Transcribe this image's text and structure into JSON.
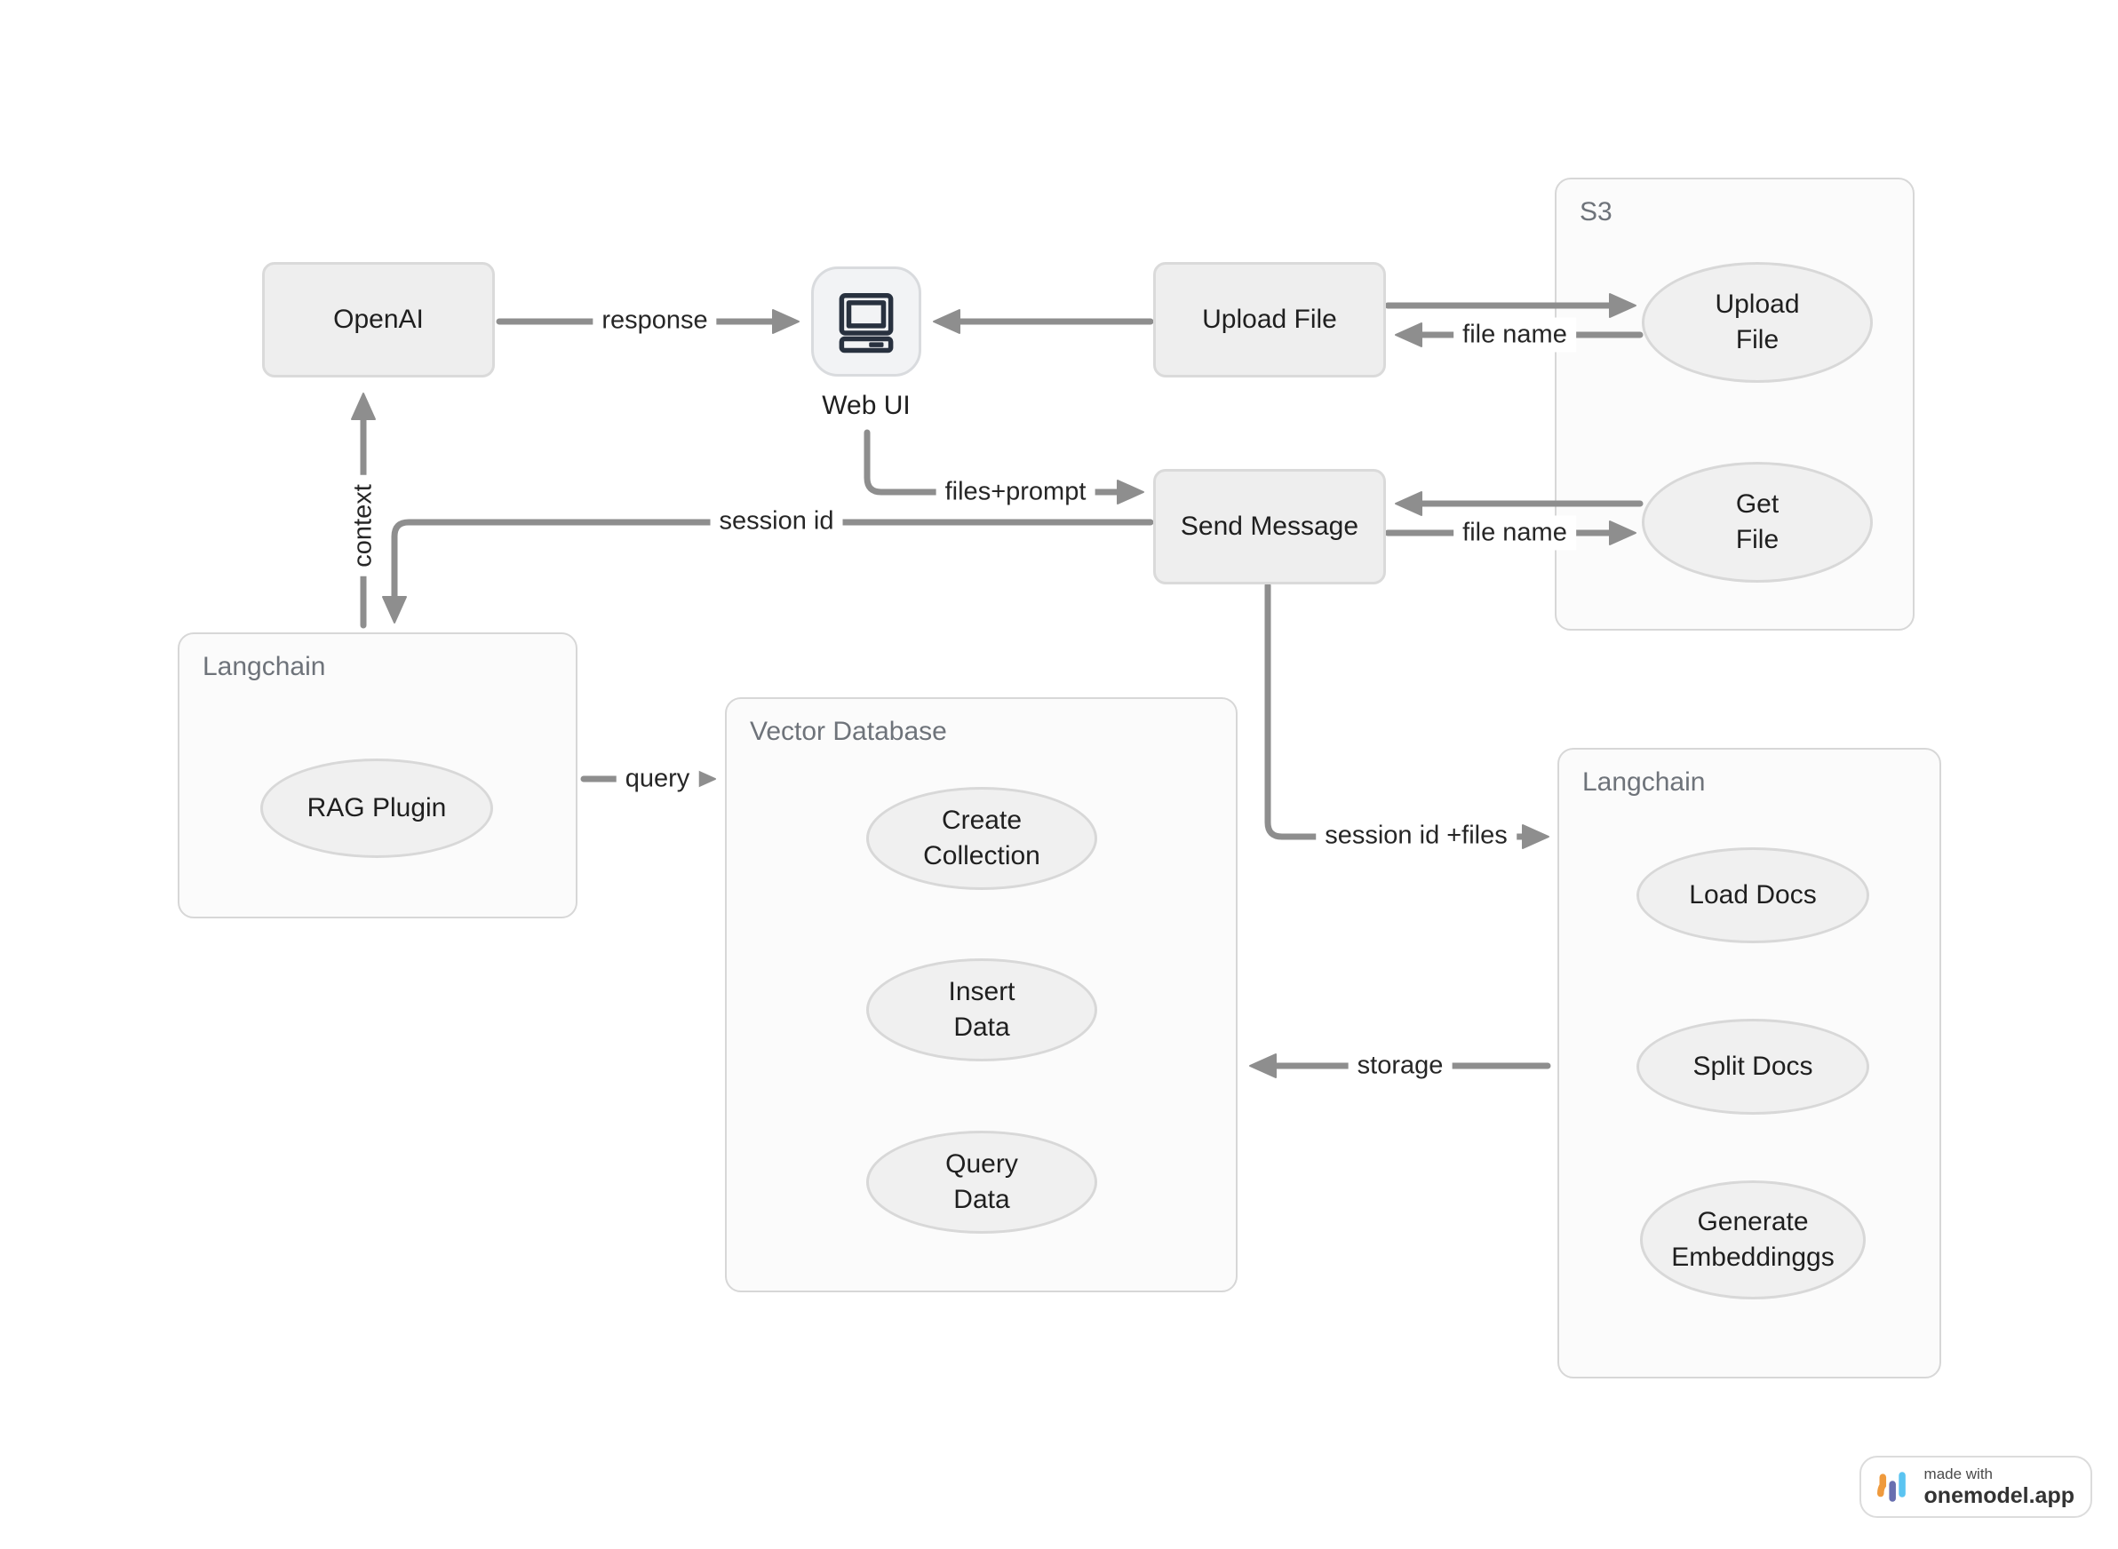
{
  "nodes": {
    "openai": "OpenAI",
    "web_ui": "Web UI",
    "upload_file": "Upload File",
    "send_message": "Send Message"
  },
  "containers": {
    "s3": "S3",
    "langchain_left": "Langchain",
    "vector_database": "Vector Database",
    "langchain_right": "Langchain"
  },
  "ellipses": {
    "s3_upload_file": "Upload\nFile",
    "s3_get_file": "Get\nFile",
    "rag_plugin": "RAG Plugin",
    "create_collection": "Create\nCollection",
    "insert_data": "Insert\nData",
    "query_data": "Query\nData",
    "load_docs": "Load Docs",
    "split_docs": "Split Docs",
    "generate_embeddings": "Generate\nEmbeddinggs"
  },
  "edges": {
    "response": "response",
    "file_name_upload": "file name",
    "files_prompt": "files+prompt",
    "session_id": "session id",
    "file_name_get": "file name",
    "context": "context",
    "query": "query",
    "session_id_files": "session id +files",
    "storage": "storage"
  },
  "badge": {
    "made_with": "made with",
    "brand": "onemodel.app"
  },
  "colors": {
    "node_fill": "#eeeeee",
    "node_border": "#dadada",
    "container_fill": "#fbfbfb",
    "container_border": "#d7d7d7",
    "ellipse_fill": "#f0f0f0",
    "ellipse_border": "#d8d8d8",
    "arrow": "#8e8e8e",
    "text": "#1f1f1f",
    "container_label": "#6e737a",
    "icon_stroke": "#28313f",
    "logo_orange": "#ef9a3d",
    "logo_indigo": "#686fb0",
    "logo_blue": "#5bc4f1"
  }
}
